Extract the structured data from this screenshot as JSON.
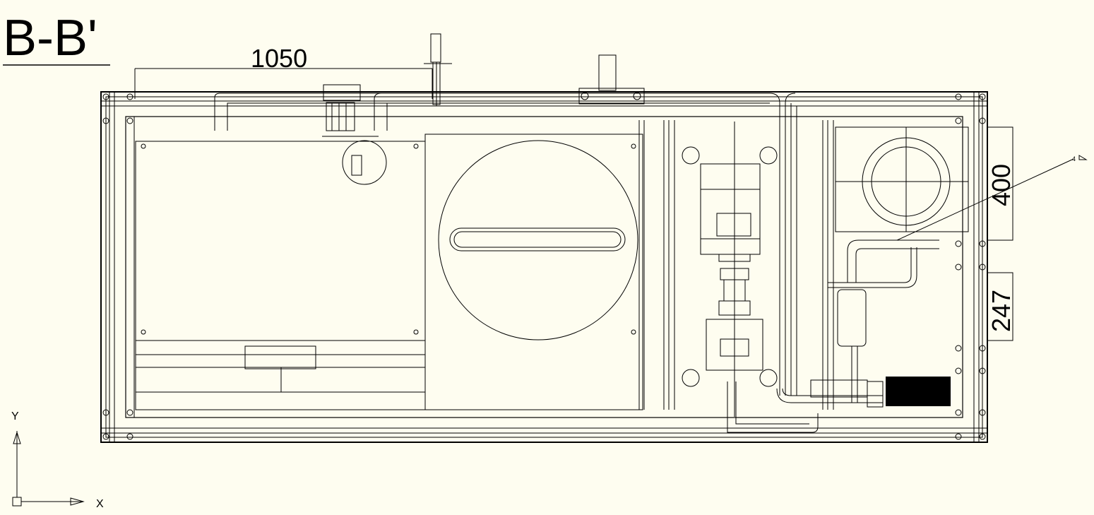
{
  "section": {
    "title": "B-B'"
  },
  "dimensions": {
    "width_top": "1050",
    "height_right_upper": "400",
    "height_right_lower": "247"
  },
  "annotation": {
    "ref": "4"
  },
  "ucs": {
    "x_label": "X",
    "y_label": "Y"
  },
  "colors": {
    "background": "#fefdf0",
    "line": "#000000"
  }
}
